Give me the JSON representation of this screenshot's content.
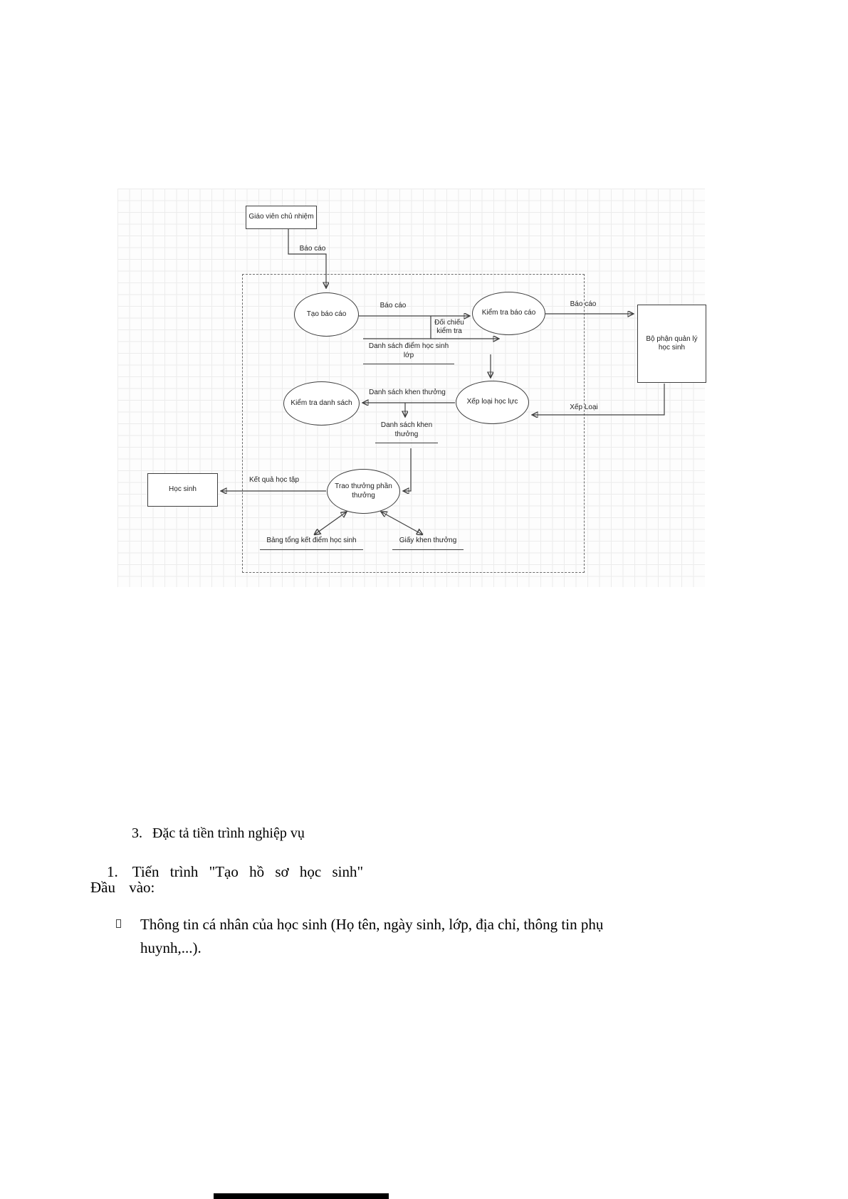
{
  "document": {
    "section_number": "3.",
    "section_title": "Đặc tả tiền trình nghiệp vụ",
    "process_number": "1.",
    "process_title": "Tiến trình \"Tạo hồ sơ học sinh\"",
    "input_label": "Đầu vào:",
    "bullet_text": "Thông tin cá nhân của học sinh (Họ tên, ngày sinh, lớp, địa chỉ, thông tin phụ huynh,...)."
  },
  "diagram": {
    "entities": {
      "teacher": "Giáo viên chủ nhiệm",
      "management": "Bộ phận quản lý học sinh",
      "student": "Học sinh"
    },
    "processes": {
      "create_report": "Tạo báo cáo",
      "check_report": "Kiểm tra báo cáo",
      "classify": "Xếp loại học lực",
      "check_list": "Kiểm tra danh sách",
      "award": "Trao thưởng phần thưởng"
    },
    "stores": {
      "class_scores": "Danh sách điểm học sinh lớp",
      "award_list": "Danh sách khen thưởng",
      "score_summary": "Bảng tổng kết điểm học sinh",
      "certificates": "Giấy khen thưởng"
    },
    "flows": {
      "report_teacher": "Báo cáo",
      "report_mid": "Báo cáo",
      "report_right": "Báo cáo",
      "compare_check": "Đối chiếu kiểm tra",
      "award_list_flow": "Danh sách khen thưởng",
      "classify_flow": "Xếp Loại",
      "study_result": "Kết quả học tập"
    }
  }
}
